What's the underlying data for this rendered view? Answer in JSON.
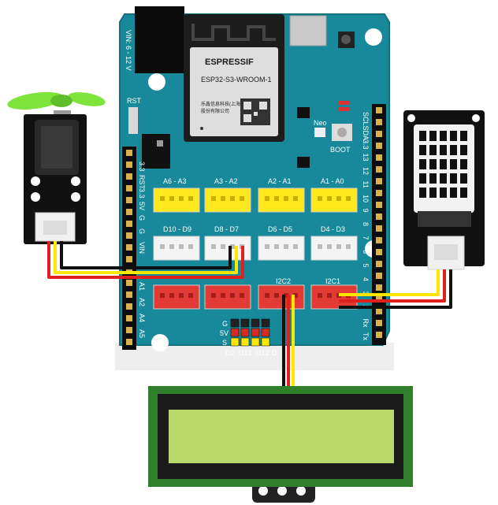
{
  "board": {
    "power_label": "VIN: 6 - 12 V",
    "rst_label": "RST",
    "neo_label": "Neo",
    "boot_label": "BOOT",
    "module_brand": "ESPRESSIF",
    "module_model": "ESP32-S3-WROOM-1",
    "module_line1": "乐鑫信息科技(上海)",
    "module_line2": "股份有限公司",
    "left_pins": [
      "3.3",
      "RST",
      "3.3",
      "5V",
      "G",
      "G",
      "VIN"
    ],
    "left_analog_pins": [
      "A1",
      "A2",
      "A4",
      "A5"
    ],
    "right_pins": [
      "SCL",
      "SDA",
      "3.3",
      "13",
      "12",
      "11",
      "10",
      "9",
      "8",
      "7",
      "6",
      "5",
      "4",
      "3",
      "2",
      "Rx",
      "Tx"
    ],
    "analog_connectors": [
      "A6 - A3",
      "A3 - A2",
      "A2 - A1",
      "A1 - A0"
    ],
    "digital_connectors": [
      "D10 - D9",
      "D8 - D7",
      "D6 - D5",
      "D4 - D3"
    ],
    "i2c_connectors": [
      "I2C2",
      "I2C1"
    ],
    "header_row_labels": [
      "G",
      "5V",
      "S"
    ],
    "header_col_labels": [
      "D2",
      "D13",
      "D12",
      "D"
    ]
  },
  "colors": {
    "board": "#17899a",
    "analog_connector": "#ffe81d",
    "digital_connector": "#f4f4f4",
    "i2c_connector": "#e23b36",
    "wire_red": "#e0201c",
    "wire_black": "#111111",
    "wire_yellow": "#ffe600",
    "lcd_screen": "#b9d86a",
    "lcd_pcb": "#2f7f2a",
    "fan_blade": "#7ee43c"
  }
}
